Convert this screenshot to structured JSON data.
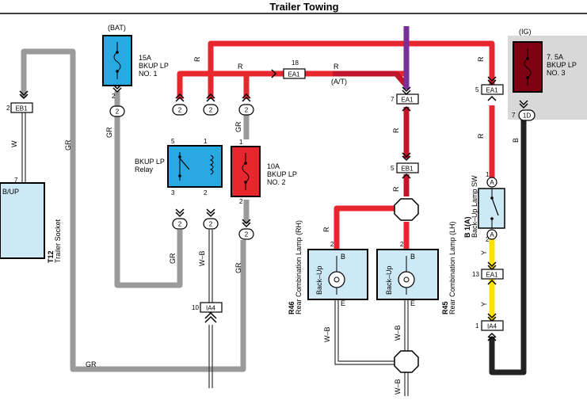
{
  "title": "Trailer Towing",
  "colors": {
    "red": "#e8262d",
    "dark_red": "#c0152a",
    "gray": "#9a9a9a",
    "purple": "#7a2f9a",
    "black": "#222222",
    "yellow": "#ffe100",
    "blue_box": "#29a9e1",
    "light_box": "#cde9f6",
    "fuse_red": "#e8262d",
    "fuse_dark": "#7f0011"
  },
  "fuses": {
    "bat_label": "(BAT)",
    "bkup1_amp": "15A",
    "bkup1_l1": "BKUP LP",
    "bkup1_l2": "NO. 1",
    "bkup2_amp": "10A",
    "bkup2_l1": "BKUP LP",
    "bkup2_l2": "NO. 2",
    "ig_label": "(IG)",
    "bkup3_amp": "7. 5A",
    "bkup3_l1": "BKUP LP",
    "bkup3_l2": "NO. 3"
  },
  "relay": {
    "l1": "BKUP LP",
    "l2": "Relay"
  },
  "connectors": {
    "eb1": "EB1",
    "ea1": "EA1",
    "ia4": "IA4",
    "c2": "2",
    "c1d": "1D",
    "ca": "A"
  },
  "wires": {
    "r": "R",
    "gr": "GR",
    "w": "W",
    "wb": "W–B",
    "y": "Y",
    "b": "B",
    "at": "(A/T)",
    "bup": "B/UP"
  },
  "pins": {
    "p1": "1",
    "p2": "2",
    "p3": "3",
    "p5": "5",
    "p7": "7",
    "p10": "10",
    "p13": "13",
    "p18": "18"
  },
  "components": {
    "t12_id": "T12",
    "t12_name": "Trailer Socket",
    "r46_id": "R46",
    "r46_name": "Rear Combination Lamp (RH)",
    "r45_id": "R45",
    "r45_name": "Rear Combination Lamp (LH)",
    "backup": "Back–Up",
    "lamp_b": "B",
    "lamp_e": "E",
    "sw_id": "B 1(A)",
    "sw_name": "Back–Up Lamp SW"
  }
}
